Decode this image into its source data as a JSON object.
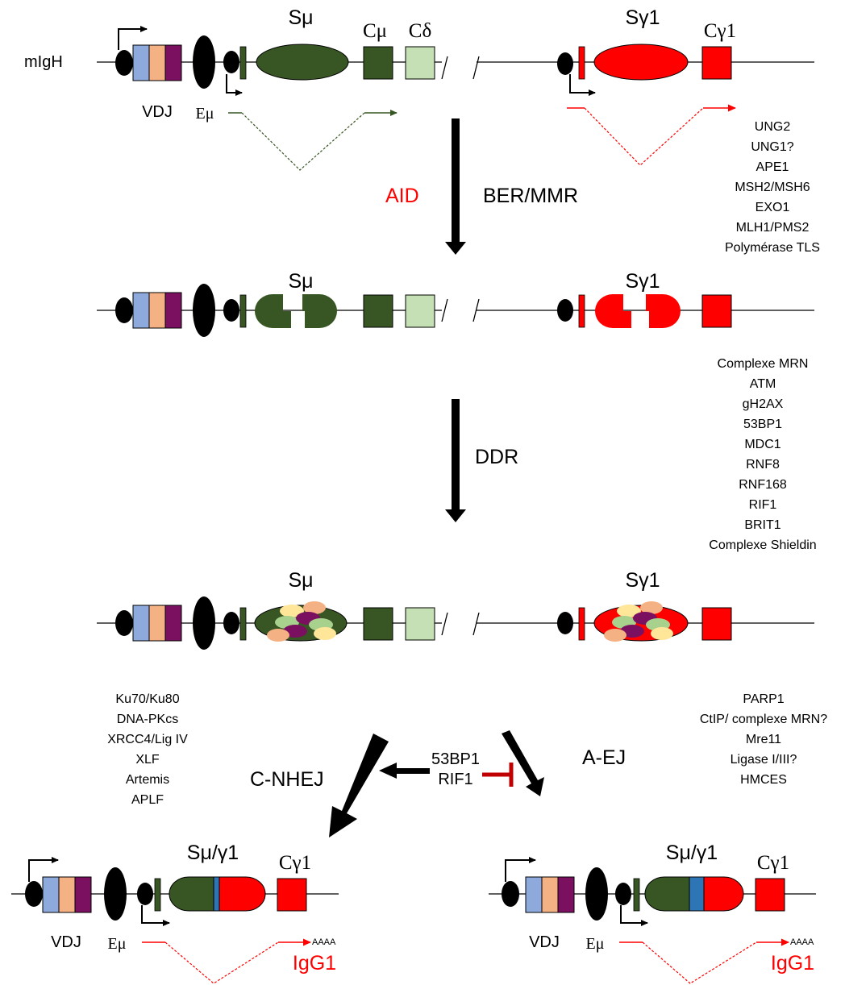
{
  "colors": {
    "v_segment": "#8ea9db",
    "d_segment": "#f4b183",
    "j_segment": "#7b1060",
    "s_mu_dark": "#375623",
    "c_delta_light": "#c5e0b4",
    "s_gamma_red": "#ff0000",
    "junction_blue": "#2e75b6",
    "inhibitor": "#c00000",
    "repair_blobs": [
      "#f4b183",
      "#7b1060",
      "#a9d18e",
      "#ffe699"
    ]
  },
  "locus": {
    "label": "mIgH",
    "s_mu": "Sμ",
    "c_mu": "Cμ",
    "c_delta": "Cδ",
    "s_gamma1": "Sγ1",
    "c_gamma1": "Cγ1",
    "vdj": "VDJ",
    "e_mu": "Eμ"
  },
  "steps": {
    "aid": "AID",
    "ber_mmr": "BER/MMR",
    "ddr": "DDR",
    "c_nhej": "C-NHEJ",
    "a_ej": "A-EJ",
    "inhibitors": [
      "53BP1",
      "RIF1"
    ]
  },
  "factors": {
    "ber_mmr": [
      "UNG2",
      "UNG1?",
      "APE1",
      "MSH2/MSH6",
      "EXO1",
      "MLH1/PMS2",
      "Polymérase TLS"
    ],
    "ddr": [
      "Complexe MRN",
      "ATM",
      "gH2AX",
      "53BP1",
      "MDC1",
      "RNF8",
      "RNF168",
      "RIF1",
      "BRIT1",
      "Complexe Shieldin"
    ],
    "c_nhej": [
      "Ku70/Ku80",
      "DNA-PKcs",
      "XRCC4/Lig IV",
      "XLF",
      "Artemis",
      "APLF"
    ],
    "a_ej": [
      "PARP1",
      "CtIP/ complexe MRN?",
      "Mre11",
      "Ligase I/III?",
      "HMCES"
    ]
  },
  "products": {
    "switch_region": "Sμ/γ1",
    "c_gamma1": "Cγ1",
    "vdj": "VDJ",
    "e_mu": "Eμ",
    "poly_a": "AAAA",
    "isotype": "IgG1"
  }
}
